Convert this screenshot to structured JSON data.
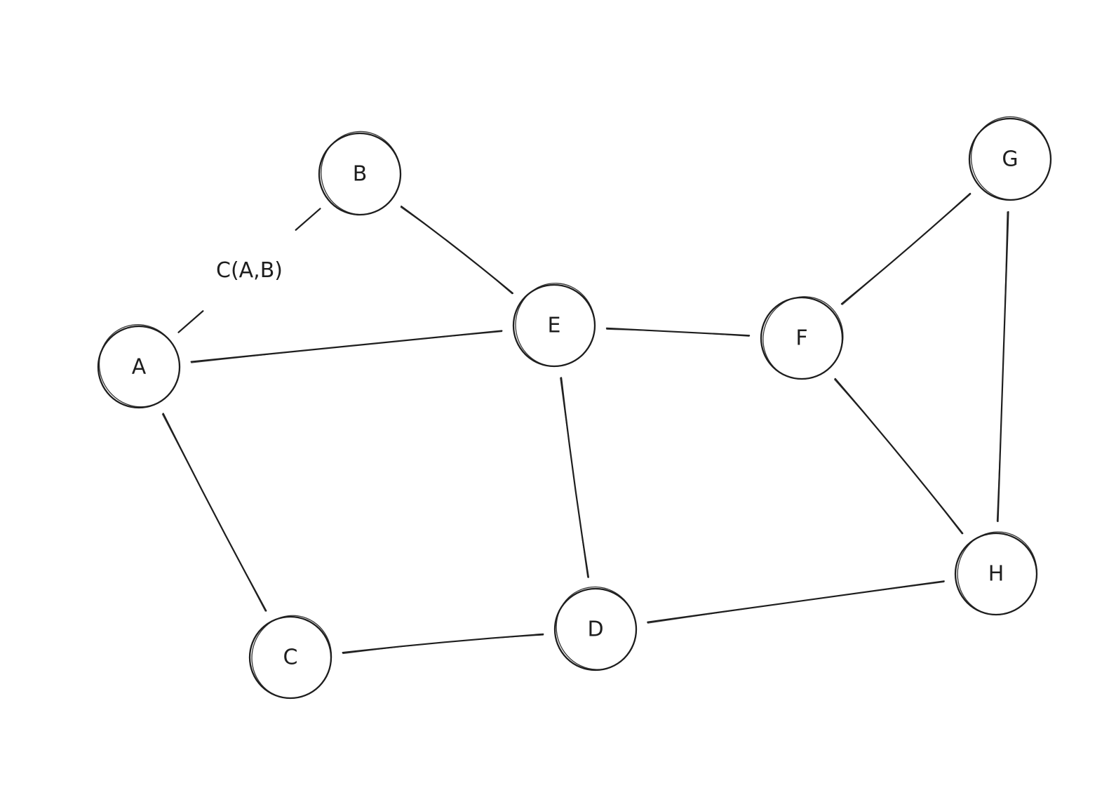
{
  "diagram": {
    "type": "undirected-graph",
    "style": "hand-drawn",
    "colors": {
      "background": "#ffffff",
      "stroke": "#1e1e1e",
      "text": "#1e1e1e"
    },
    "nodes": [
      {
        "id": "A",
        "label": "A"
      },
      {
        "id": "B",
        "label": "B"
      },
      {
        "id": "C",
        "label": "C"
      },
      {
        "id": "D",
        "label": "D"
      },
      {
        "id": "E",
        "label": "E"
      },
      {
        "id": "F",
        "label": "F"
      },
      {
        "id": "G",
        "label": "G"
      },
      {
        "id": "H",
        "label": "H"
      }
    ],
    "edges": [
      {
        "from": "A",
        "to": "B",
        "label": "C(A,B)"
      },
      {
        "from": "A",
        "to": "E",
        "label": ""
      },
      {
        "from": "A",
        "to": "C",
        "label": ""
      },
      {
        "from": "B",
        "to": "E",
        "label": ""
      },
      {
        "from": "E",
        "to": "F",
        "label": ""
      },
      {
        "from": "E",
        "to": "D",
        "label": ""
      },
      {
        "from": "C",
        "to": "D",
        "label": ""
      },
      {
        "from": "D",
        "to": "H",
        "label": ""
      },
      {
        "from": "F",
        "to": "G",
        "label": ""
      },
      {
        "from": "F",
        "to": "H",
        "label": ""
      },
      {
        "from": "G",
        "to": "H",
        "label": ""
      }
    ]
  }
}
